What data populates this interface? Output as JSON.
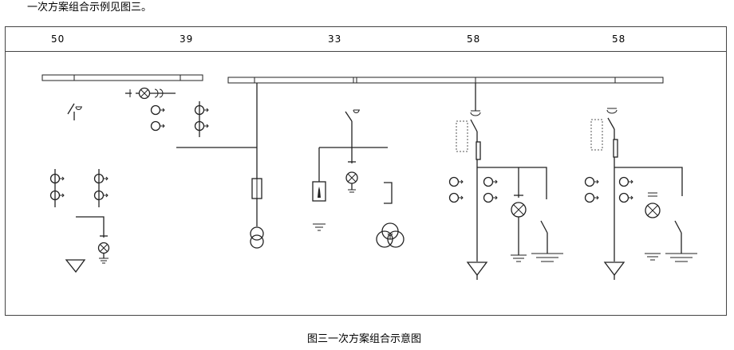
{
  "intro_text": "一次方案组合示例见图三。",
  "columns": [
    {
      "label": "50"
    },
    {
      "label": "39"
    },
    {
      "label": "33"
    },
    {
      "label": "58"
    },
    {
      "label": "58"
    }
  ],
  "caption": "图三一次方案组合示意图",
  "stroke_color": "#222222",
  "border_color": "#444444"
}
